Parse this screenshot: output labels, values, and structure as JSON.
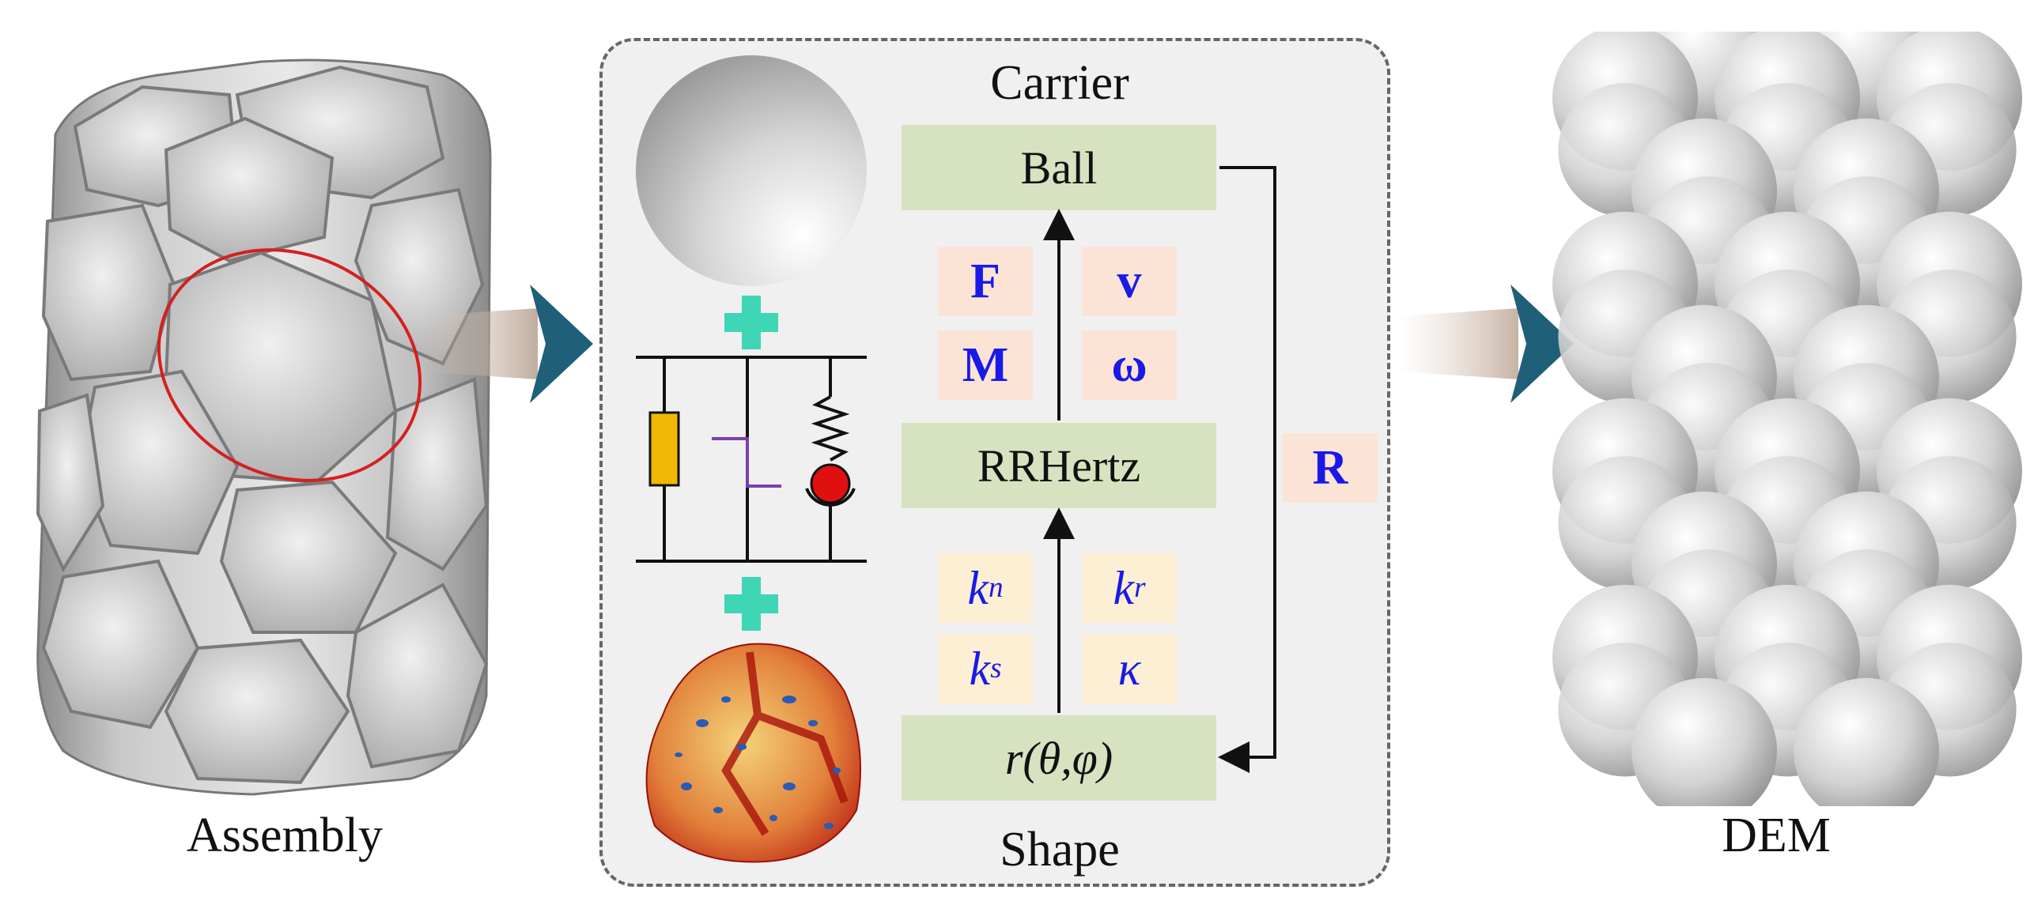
{
  "labels": {
    "assembly": "Assembly",
    "dem": "DEM",
    "carrier": "Carrier",
    "shape": "Shape"
  },
  "boxes": {
    "ball": "Ball",
    "rrhertz": "RRHertz",
    "shape_function": "r(θ,φ)"
  },
  "quantities": {
    "force": "F",
    "velocity": "v",
    "moment": "M",
    "angular_velocity": "ω",
    "radius": "R",
    "kn_base": "k",
    "kn_sub": "n",
    "kr_base": "k",
    "kr_sub": "r",
    "ks_base": "k",
    "ks_sub": "s",
    "kappa": "κ"
  },
  "colors": {
    "green_box": "#d7e3c0",
    "force_box": "#fbe4d6",
    "stiffness_box": "#fdefd3",
    "symbol_text": "#1a1ae6",
    "plus": "#3ed6b5",
    "arrow_teal": "#1f5f78",
    "ellipse": "#d42020",
    "dashpot": "#f2b705",
    "slider": "#7a3fb0",
    "spring_ball": "#e01010"
  }
}
